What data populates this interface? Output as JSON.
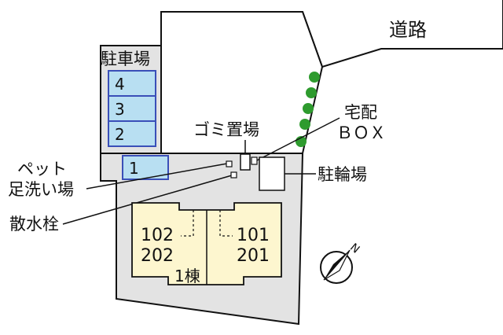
{
  "labels": {
    "road": "道路",
    "parking": "駐車場",
    "garbage": "ゴミ置場",
    "delivery_line1": "宅配",
    "delivery_line2": "ＢＯＸ",
    "footwash_line1": "ペット",
    "footwash_line2": "足洗い場",
    "hydrant": "散水栓",
    "bicycle": "駐輪場",
    "building": "1棟",
    "unit_left_top": "102",
    "unit_left_bottom": "202",
    "unit_right_top": "101",
    "unit_right_bottom": "201",
    "north": "N"
  },
  "parking_spaces": [
    "4",
    "3",
    "2",
    "1"
  ],
  "colors": {
    "lot": "#e3e3e3",
    "parking_space": "#b8dff2",
    "parking_border": "#3a4fb8",
    "building": "#fdf6cf",
    "tree": "#2e9b2e",
    "line": "#111111"
  }
}
